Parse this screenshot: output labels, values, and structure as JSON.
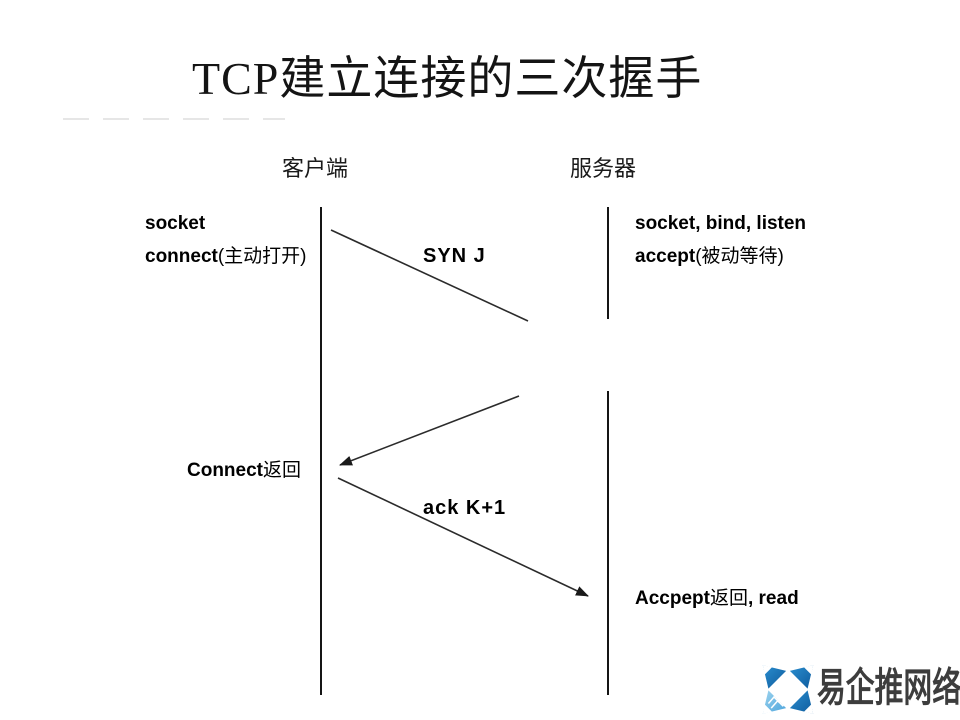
{
  "slide": {
    "title": "TCP建立连接的三次握手",
    "client_header": "客户端",
    "server_header": "服务器"
  },
  "client": {
    "socket": "socket",
    "connect_fn": "connect",
    "connect_note": "(主动打开)",
    "connect_return_fn": "Connect",
    "connect_return_note": "返回"
  },
  "server": {
    "setup": "socket, bind, listen",
    "accept_fn": "accept",
    "accept_note": "(被动等待)",
    "accept_return_fn": "Accpept",
    "accept_return_note": "返回",
    "accept_return_tail": ", read"
  },
  "messages": {
    "syn": "SYN J",
    "ack": "ack K+1"
  },
  "watermark": {
    "text": "易企推网络",
    "icon": "yiqitui-pinwheel-logo",
    "text_color": "#3d3d3d",
    "logo_blue_dark": "#0e5a9c",
    "logo_blue_mid": "#2b8fd0",
    "logo_blue_light": "#9fd4ee"
  },
  "colors": {
    "background": "#ffffff",
    "line": "#151515",
    "arrow": "#262626",
    "text": "#000000"
  }
}
